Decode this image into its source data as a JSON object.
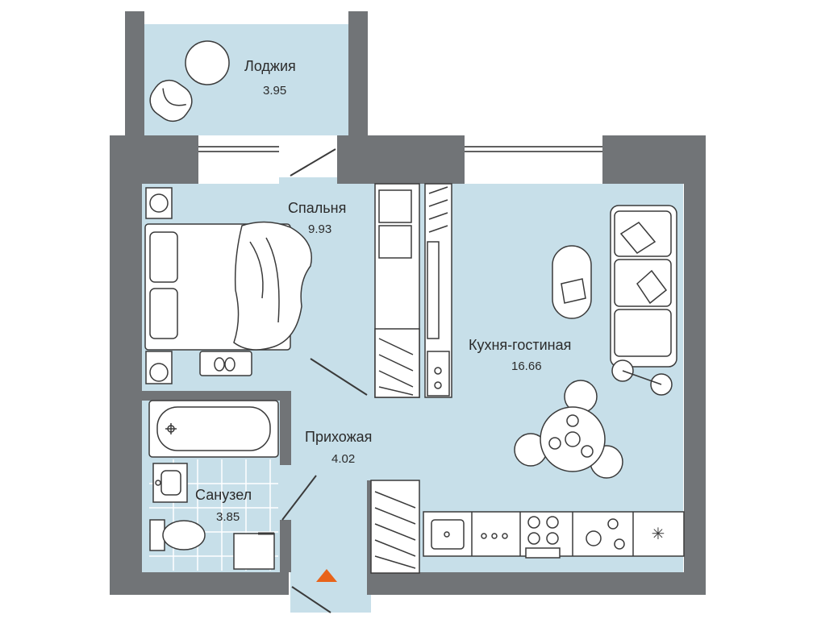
{
  "rooms": [
    {
      "name": "Лоджия",
      "area": "3.95"
    },
    {
      "name": "Спальня",
      "area": "9.93"
    },
    {
      "name": "Кухня-гостиная",
      "area": "16.66"
    },
    {
      "name": "Прихожая",
      "area": "4.02"
    },
    {
      "name": "Санузел",
      "area": "3.85"
    }
  ],
  "colors": {
    "floor": "#c7dfe9",
    "wall": "#717477",
    "window": "#ffffff",
    "furniture": "#ffffff",
    "line": "#3a3a3a",
    "tile": "#ffffff",
    "entrance": "#e8631a"
  },
  "icons": [
    "window-icon",
    "bed-icon",
    "sofa-icon",
    "dining-table-icon",
    "bathtub-icon",
    "toilet-icon",
    "sink-icon",
    "stove-icon",
    "wardrobe-icon",
    "entrance-arrow-icon"
  ]
}
